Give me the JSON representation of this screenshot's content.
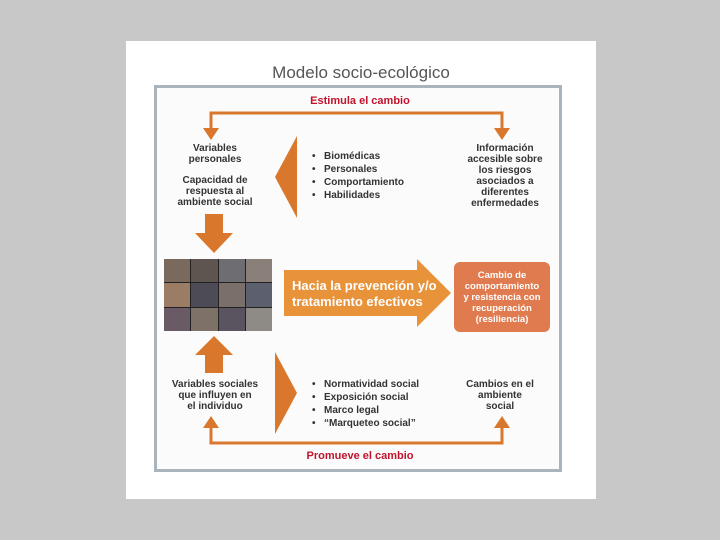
{
  "title": "Modelo socio-ecológico",
  "top_label": "Estimula el cambio",
  "bottom_label": "Promueve el cambio",
  "personal_vars": {
    "line1": "Variables",
    "line2": "personales",
    "resp1": "Capacidad de",
    "resp2": "respuesta al",
    "resp3": "ambiente social"
  },
  "top_bullets": [
    "Biomédicas",
    "Personales",
    "Comportamiento",
    "Habilidades"
  ],
  "info": {
    "l1": "Información",
    "l2": "accesible sobre",
    "l3": "los riesgos",
    "l4": "asociados a",
    "l5": "diferentes",
    "l6": "enfermedades"
  },
  "center_arrow": {
    "l1": "Hacia la prevención y/o",
    "l2": "tratamiento efectivos"
  },
  "result_box": {
    "l1": "Cambio de",
    "l2": "comportamiento",
    "l3": "y resistencia con",
    "l4": "recuperación",
    "l5": "(resiliencia)"
  },
  "social_vars": {
    "l1": "Variables sociales",
    "l2": "que influyen en",
    "l3": "el individuo"
  },
  "bottom_bullets": [
    "Normatividad social",
    "Exposición social",
    "Marco legal",
    "“Marqueteo social”"
  ],
  "env_change": {
    "l1": "Cambios en el",
    "l2": "ambiente",
    "l3": "social"
  },
  "colors": {
    "arrow": "#d9782d",
    "red_label": "#c0132c",
    "result_box": "#e07b4f",
    "frame": "#a9b4bd"
  },
  "icons": [
    "photo-collage"
  ]
}
